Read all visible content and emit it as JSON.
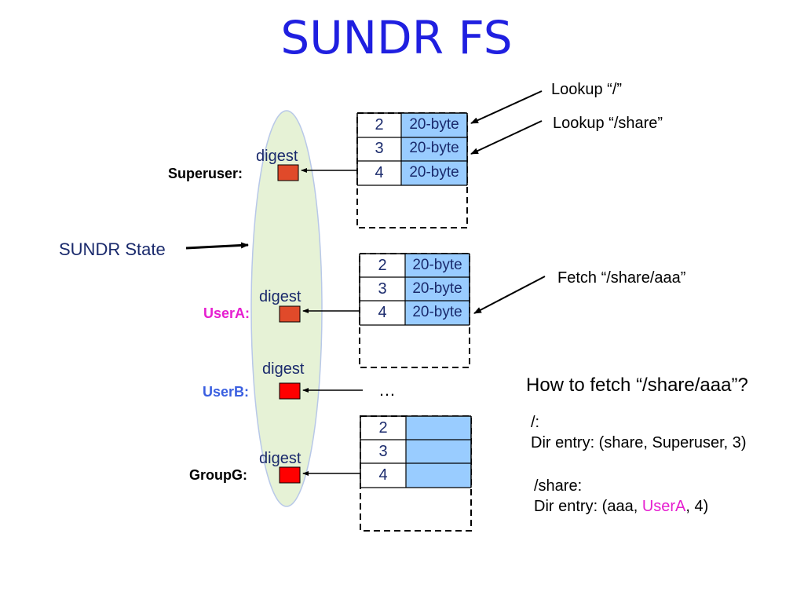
{
  "title": "SUNDR FS",
  "state_label": "SUNDR State",
  "users": [
    {
      "name": "Superuser:",
      "color": "#000000",
      "digest": "digest",
      "box_color": "#e04a2a"
    },
    {
      "name": "UserA:",
      "color": "#e61fd0",
      "digest": "digest",
      "box_color": "#e04a2a"
    },
    {
      "name": "UserB:",
      "color": "#3a5fe0",
      "digest": "digest",
      "box_color": "#ff0000"
    },
    {
      "name": "GroupG:",
      "color": "#000000",
      "digest": "digest",
      "box_color": "#ff0000"
    }
  ],
  "tables": [
    {
      "rows": [
        {
          "num": "2",
          "val": "20-byte"
        },
        {
          "num": "3",
          "val": "20-byte"
        },
        {
          "num": "4",
          "val": "20-byte"
        }
      ]
    },
    {
      "rows": [
        {
          "num": "2",
          "val": "20-byte"
        },
        {
          "num": "3",
          "val": "20-byte"
        },
        {
          "num": "4",
          "val": "20-byte"
        }
      ]
    },
    {
      "rows": [
        {
          "num": "2",
          "val": ""
        },
        {
          "num": "3",
          "val": ""
        },
        {
          "num": "4",
          "val": ""
        }
      ]
    }
  ],
  "ellipsis": "…",
  "annotations": {
    "lookup_root": "Lookup “/”",
    "lookup_share": "Lookup “/share”",
    "fetch_aaa": "Fetch “/share/aaa”"
  },
  "question": "How to fetch “/share/aaa”?",
  "dir_entries": [
    {
      "path": "/:",
      "entry_prefix": "Dir entry: (share, Superuser, 3)",
      "entry_user": "",
      "entry_suffix": ""
    },
    {
      "path": "/share:",
      "entry_prefix": "Dir entry: (aaa, ",
      "entry_user": "UserA",
      "entry_suffix": ", 4)"
    }
  ],
  "colors": {
    "title": "#1f1fe0",
    "ellipse_fill": "#e6f2d6",
    "cell_fill": "#99ccff",
    "highlight_user": "#e61fd0"
  }
}
